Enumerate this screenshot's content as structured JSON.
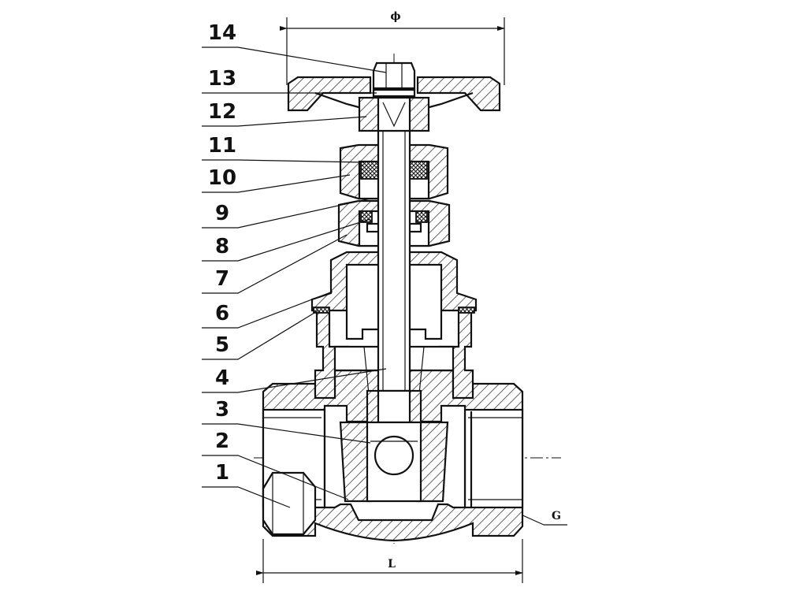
{
  "diagram": {
    "callouts": [
      {
        "label": "14",
        "target": "nut"
      },
      {
        "label": "13",
        "target": "washer"
      },
      {
        "label": "12",
        "target": "handwheel"
      },
      {
        "label": "11",
        "target": "packing"
      },
      {
        "label": "10",
        "target": "gland-nut"
      },
      {
        "label": "9",
        "target": "packing-box"
      },
      {
        "label": "8",
        "target": "stem-ring"
      },
      {
        "label": "7",
        "target": "stem"
      },
      {
        "label": "6",
        "target": "bonnet"
      },
      {
        "label": "5",
        "target": "gasket"
      },
      {
        "label": "4",
        "target": "stem-lower"
      },
      {
        "label": "3",
        "target": "gate-wedge"
      },
      {
        "label": "2",
        "target": "gate-seat"
      },
      {
        "label": "1",
        "target": "body"
      }
    ],
    "dimensions": {
      "top": "ϕ",
      "bottom": "L",
      "right": "G"
    }
  }
}
